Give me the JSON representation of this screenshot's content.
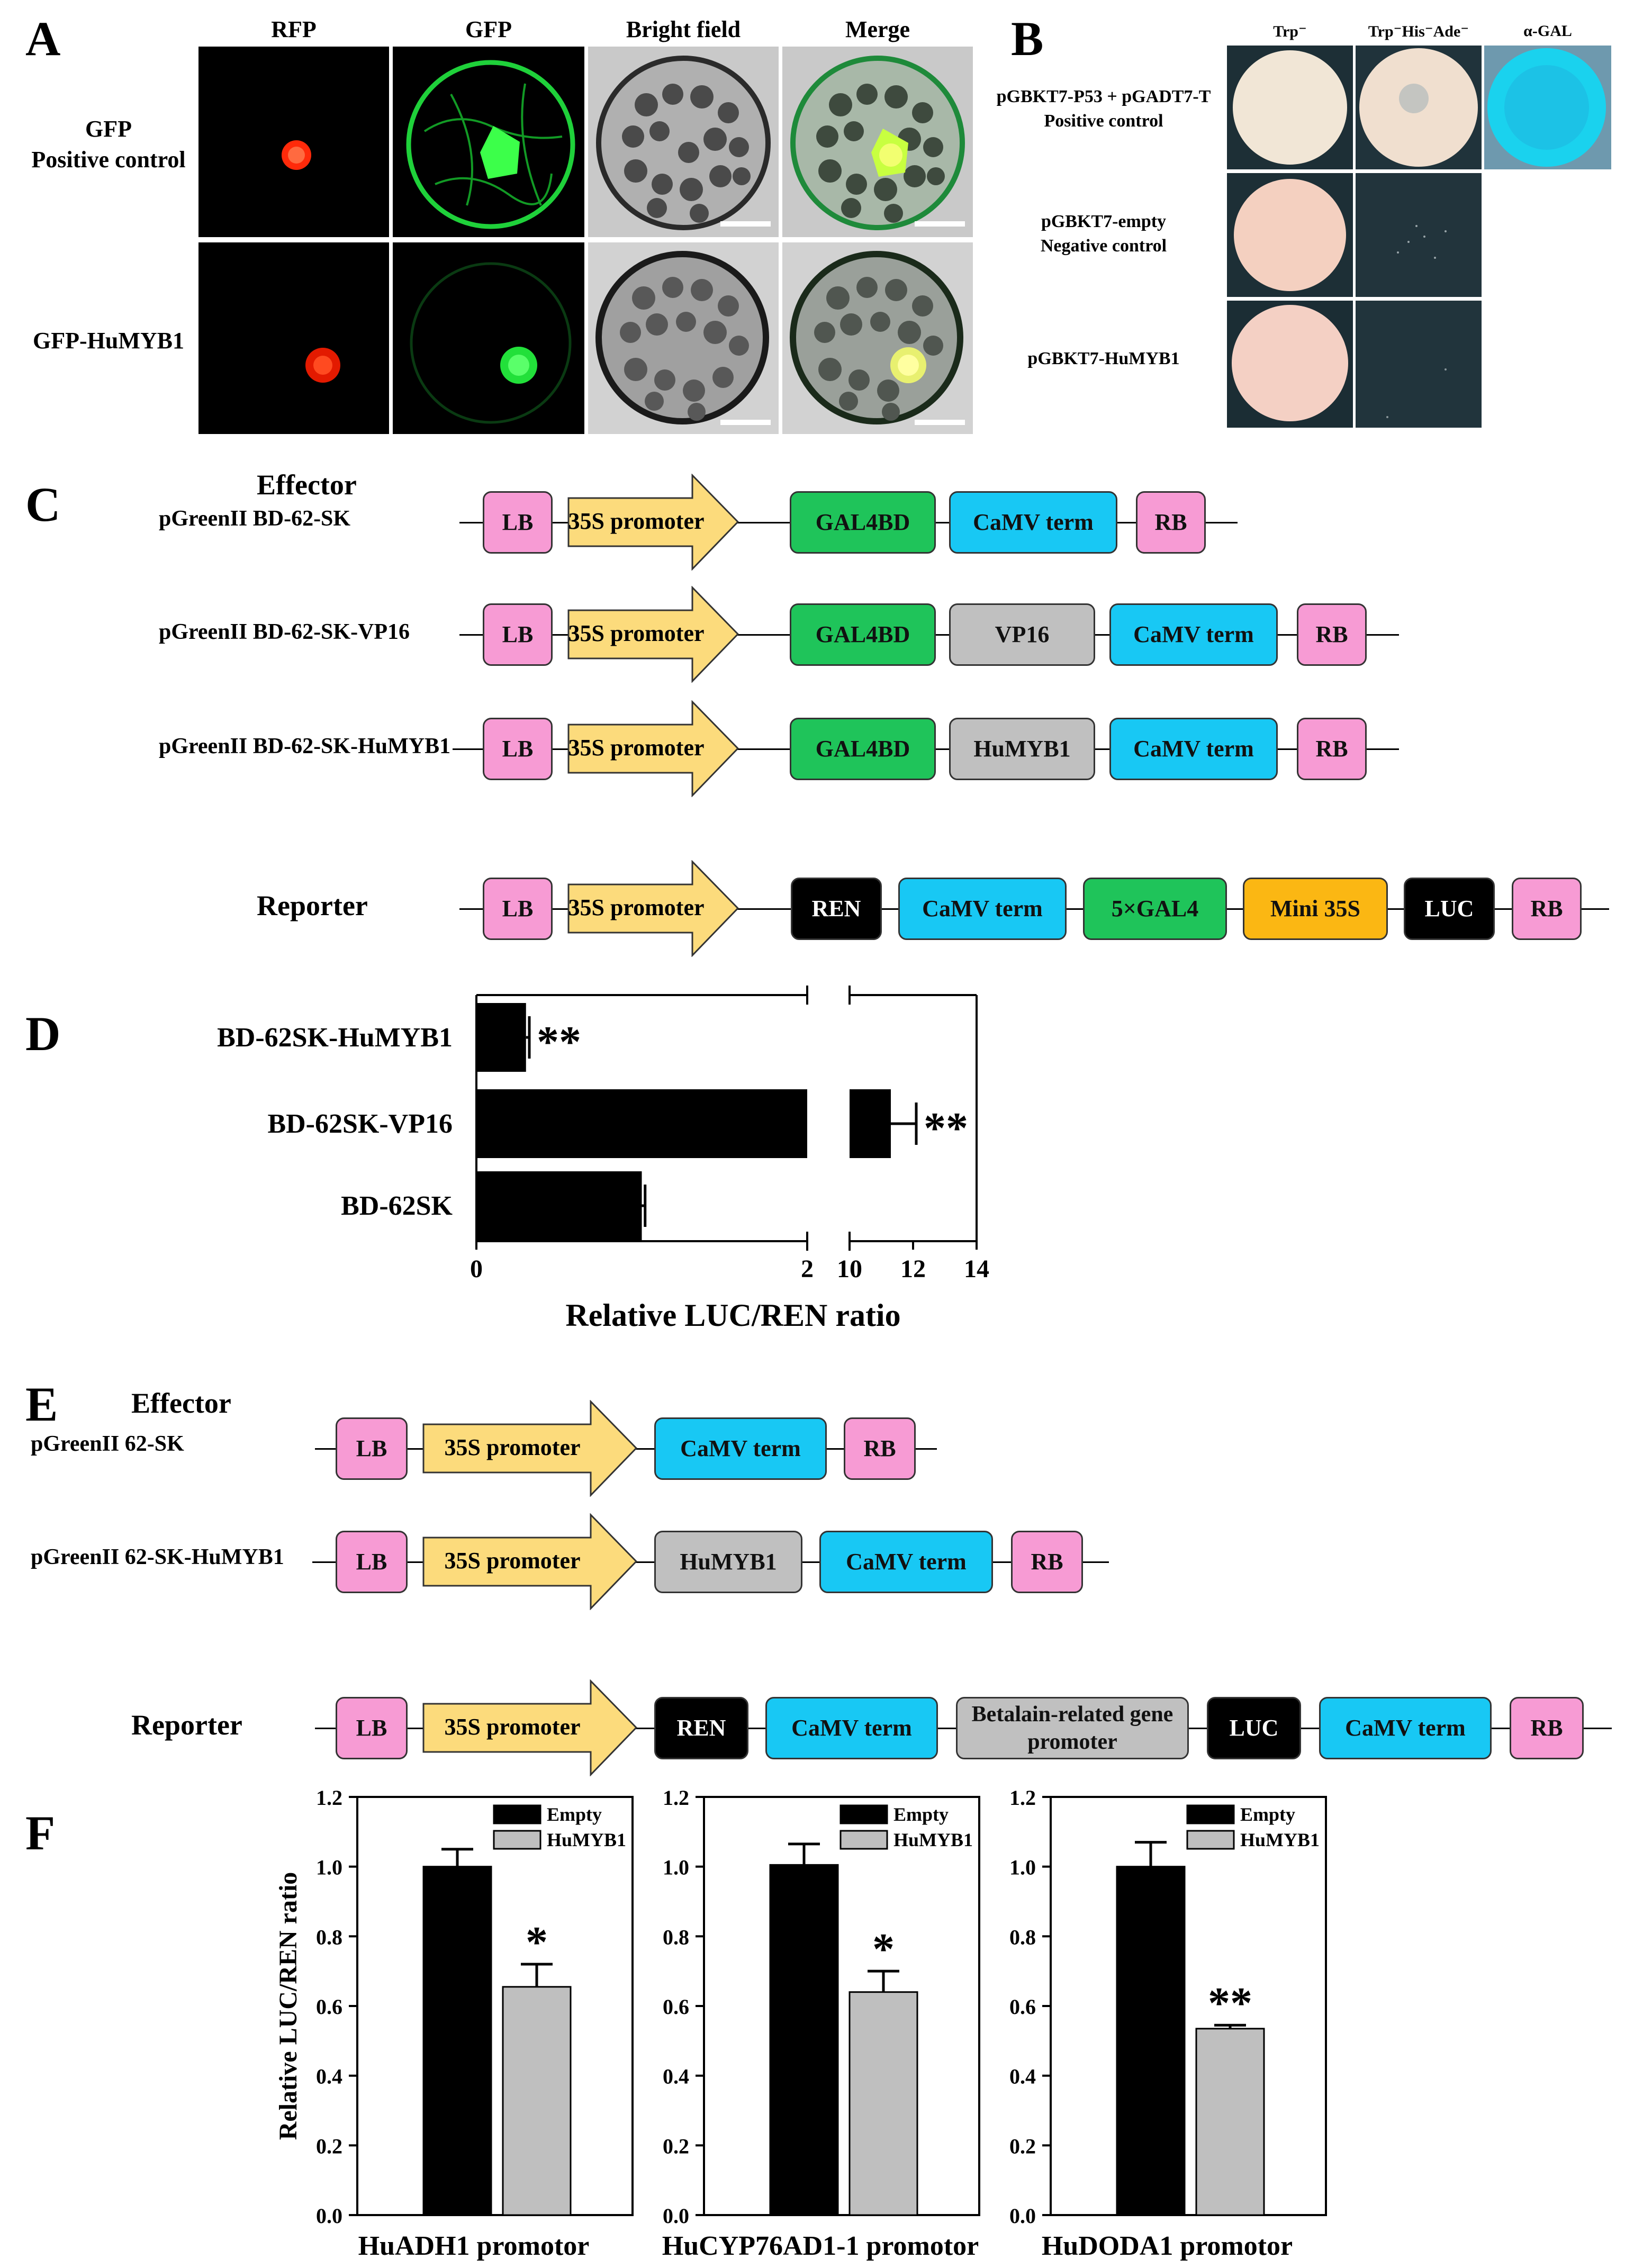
{
  "panels": {
    "A": "A",
    "B": "B",
    "C": "C",
    "D": "D",
    "E": "E",
    "F": "F"
  },
  "panelA": {
    "columns": [
      "RFP",
      "GFP",
      "Bright field",
      "Merge"
    ],
    "rows": [
      {
        "label_line1": "GFP",
        "label_line2": "Positive control"
      },
      {
        "label_line1": "GFP-HuMYB1",
        "label_line2": ""
      }
    ]
  },
  "panelB": {
    "columns": [
      "Trp⁻",
      "Trp⁻His⁻Ade⁻",
      "α-GAL"
    ],
    "rows": [
      {
        "line1": "pGBKT7-P53 + pGADT7-T",
        "line2": "Positive control"
      },
      {
        "line1": "pGBKT7-empty",
        "line2": "Negative control"
      },
      {
        "line1": "pGBKT7-HuMYB1",
        "line2": ""
      }
    ]
  },
  "panelC": {
    "effector_title": "Effector",
    "reporter_title": "Reporter",
    "constructs": [
      {
        "name": "pGreenII BD-62-SK",
        "parts": [
          "LB",
          "35S promoter",
          "GAL4BD",
          "CaMV term",
          "RB"
        ]
      },
      {
        "name": "pGreenII BD-62-SK-VP16",
        "parts": [
          "LB",
          "35S promoter",
          "GAL4BD",
          "VP16",
          "CaMV term",
          "RB"
        ]
      },
      {
        "name": "pGreenII BD-62-SK-HuMYB1",
        "parts": [
          "LB",
          "35S promoter",
          "GAL4BD",
          "HuMYB1",
          "CaMV term",
          "RB"
        ]
      }
    ],
    "reporter_parts": [
      "LB",
      "35S promoter",
      "REN",
      "CaMV term",
      "5×GAL4",
      "Mini 35S",
      "LUC",
      "RB"
    ]
  },
  "panelE": {
    "effector_title": "Effector",
    "reporter_title": "Reporter",
    "constructs": [
      {
        "name": "pGreenII 62-SK",
        "parts": [
          "LB",
          "35S promoter",
          "CaMV term",
          "RB"
        ]
      },
      {
        "name": "pGreenII 62-SK-HuMYB1",
        "parts": [
          "LB",
          "35S promoter",
          "HuMYB1",
          "CaMV term",
          "RB"
        ]
      }
    ],
    "reporter_parts": [
      "LB",
      "35S promoter",
      "REN",
      "CaMV term",
      "Betalain-related gene promoter",
      "LUC",
      "CaMV term",
      "RB"
    ]
  },
  "colors": {
    "LB": "#f79bd4",
    "RB": "#f79bd4",
    "promoter": "#fcdb7c",
    "GAL4": "#1fc45a",
    "CaMV": "#18c8f4",
    "grey": "#c0c0c0",
    "black": "#000000",
    "mini35S": "#fbb713",
    "bar_black": "#000000",
    "bar_grey": "#bfbfbf"
  },
  "chart_data": [
    {
      "type": "bar",
      "orientation": "horizontal",
      "categories": [
        "BD-62SK-HuMYB1",
        "BD-62SK-VP16",
        "BD-62SK"
      ],
      "values": [
        0.3,
        11.3,
        1.0
      ],
      "errors": [
        0.02,
        0.8,
        0.02
      ],
      "significance": [
        "**",
        "**",
        ""
      ],
      "xlabel": "Relative LUC/REN ratio",
      "axis_break": [
        2,
        10
      ],
      "xlim": [
        0,
        14
      ],
      "xticks": [
        "0",
        "2",
        "10",
        "12",
        "14"
      ],
      "grid": false
    },
    {
      "type": "bar",
      "title": "HuADH1 promotor",
      "ylabel": "Relative LUC/REN ratio",
      "ylim": [
        0,
        1.2
      ],
      "yticks": [
        "0.0",
        "0.2",
        "0.4",
        "0.6",
        "0.8",
        "1.0",
        "1.2"
      ],
      "series": [
        {
          "name": "Empty",
          "values": [
            1.0
          ],
          "errors": [
            0.05
          ]
        },
        {
          "name": "HuMYB1",
          "values": [
            0.655
          ],
          "errors": [
            0.065
          ]
        }
      ],
      "significance": "*",
      "legend": "top-right"
    },
    {
      "type": "bar",
      "title": "HuCYP76AD1-1 promotor",
      "ylabel": "",
      "ylim": [
        0,
        1.2
      ],
      "yticks": [
        "0.0",
        "0.2",
        "0.4",
        "0.6",
        "0.8",
        "1.0",
        "1.2"
      ],
      "series": [
        {
          "name": "Empty",
          "values": [
            1.005
          ],
          "errors": [
            0.06
          ]
        },
        {
          "name": "HuMYB1",
          "values": [
            0.64
          ],
          "errors": [
            0.06
          ]
        }
      ],
      "significance": "*",
      "legend": "top-right"
    },
    {
      "type": "bar",
      "title": "HuDODA1 promotor",
      "ylabel": "",
      "ylim": [
        0,
        1.2
      ],
      "yticks": [
        "0.0",
        "0.2",
        "0.4",
        "0.6",
        "0.8",
        "1.0",
        "1.2"
      ],
      "series": [
        {
          "name": "Empty",
          "values": [
            1.0
          ],
          "errors": [
            0.07
          ]
        },
        {
          "name": "HuMYB1",
          "values": [
            0.535
          ],
          "errors": [
            0.01
          ]
        }
      ],
      "significance": "**",
      "legend": "top-right"
    }
  ]
}
